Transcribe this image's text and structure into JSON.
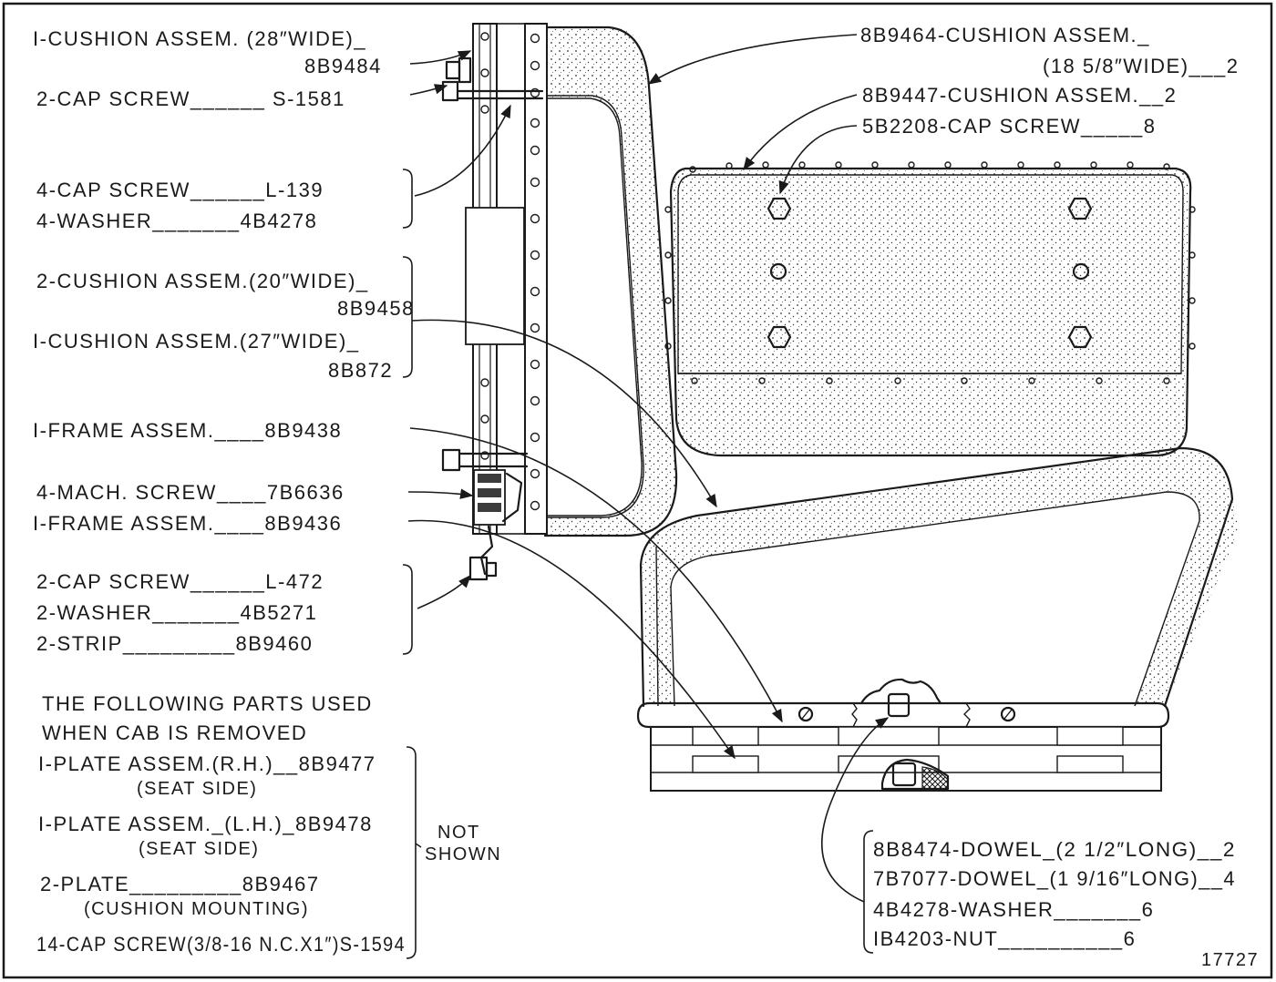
{
  "figure_number": "17727",
  "labels_left": [
    {
      "id": "l1",
      "text": "I-CUSHION ASSEM. (28″WIDE)_"
    },
    {
      "id": "l1b",
      "text": "8B9484"
    },
    {
      "id": "l2",
      "text": "2-CAP SCREW______ S-1581"
    },
    {
      "id": "l3",
      "text": "4-CAP SCREW______L-139"
    },
    {
      "id": "l4",
      "text": "4-WASHER_______4B4278"
    },
    {
      "id": "l5",
      "text": "2-CUSHION ASSEM.(20″WIDE)_"
    },
    {
      "id": "l5b",
      "text": "8B9458"
    },
    {
      "id": "l6",
      "text": "I-CUSHION ASSEM.(27″WIDE)_"
    },
    {
      "id": "l6b",
      "text": "8B872"
    },
    {
      "id": "l7",
      "text": "I-FRAME ASSEM.____8B9438"
    },
    {
      "id": "l8",
      "text": "4-MACH. SCREW____7B6636"
    },
    {
      "id": "l9",
      "text": "I-FRAME ASSEM.____8B9436"
    },
    {
      "id": "l10",
      "text": "2-CAP SCREW______L-472"
    },
    {
      "id": "l11",
      "text": "2-WASHER_______4B5271"
    },
    {
      "id": "l12",
      "text": "2-STRIP_________8B9460"
    }
  ],
  "not_shown": {
    "heading_1": "THE FOLLOWING PARTS USED",
    "heading_2": "WHEN CAB IS REMOVED",
    "items": [
      {
        "id": "n1",
        "text": "I-PLATE ASSEM.(R.H.)__8B9477"
      },
      {
        "id": "n1b",
        "text": "(SEAT SIDE)"
      },
      {
        "id": "n2",
        "text": "I-PLATE ASSEM._(L.H.)_8B9478"
      },
      {
        "id": "n2b",
        "text": "(SEAT SIDE)"
      },
      {
        "id": "n3",
        "text": "2-PLATE_________8B9467"
      },
      {
        "id": "n3b",
        "text": "(CUSHION MOUNTING)"
      },
      {
        "id": "n4",
        "text": "14-CAP SCREW(3/8-16 N.C.X1″)S-1594"
      }
    ],
    "tag_1": "NOT",
    "tag_2": "SHOWN"
  },
  "labels_right": [
    {
      "id": "r1",
      "text": "8B9464-CUSHION ASSEM._"
    },
    {
      "id": "r1b",
      "text": "(18 5/8″WIDE)___2"
    },
    {
      "id": "r2",
      "text": "8B9447-CUSHION ASSEM.__2"
    },
    {
      "id": "r3",
      "text": "5B2208-CAP SCREW_____8"
    }
  ],
  "labels_bottom_right": [
    {
      "id": "b1",
      "text": "8B8474-DOWEL_(2 1/2″LONG)__2"
    },
    {
      "id": "b2",
      "text": "7B7077-DOWEL_(1 9/16″LONG)__4"
    },
    {
      "id": "b3",
      "text": "4B4278-WASHER_______6"
    },
    {
      "id": "b4",
      "text": "IB4203-NUT__________6"
    }
  ]
}
